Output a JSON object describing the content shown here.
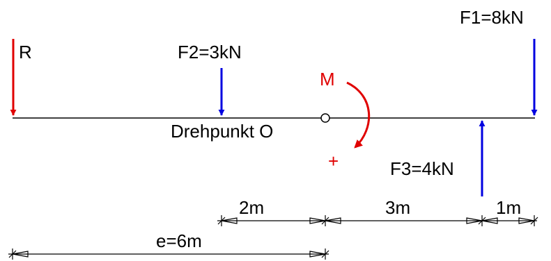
{
  "labels": {
    "r": "R",
    "f2": "F2=3kN",
    "f1": "F1=8kN",
    "f3": "F3=4kN",
    "m": "M",
    "plus": "+",
    "pivot": "Drehpunkt O"
  },
  "dimensions": {
    "d1": "2m",
    "d2": "3m",
    "d3": "1m",
    "e": "e=6m"
  },
  "colors": {
    "beam": "#000000",
    "reaction": "#e00000",
    "force": "#0000e0",
    "moment": "#e00000"
  }
}
